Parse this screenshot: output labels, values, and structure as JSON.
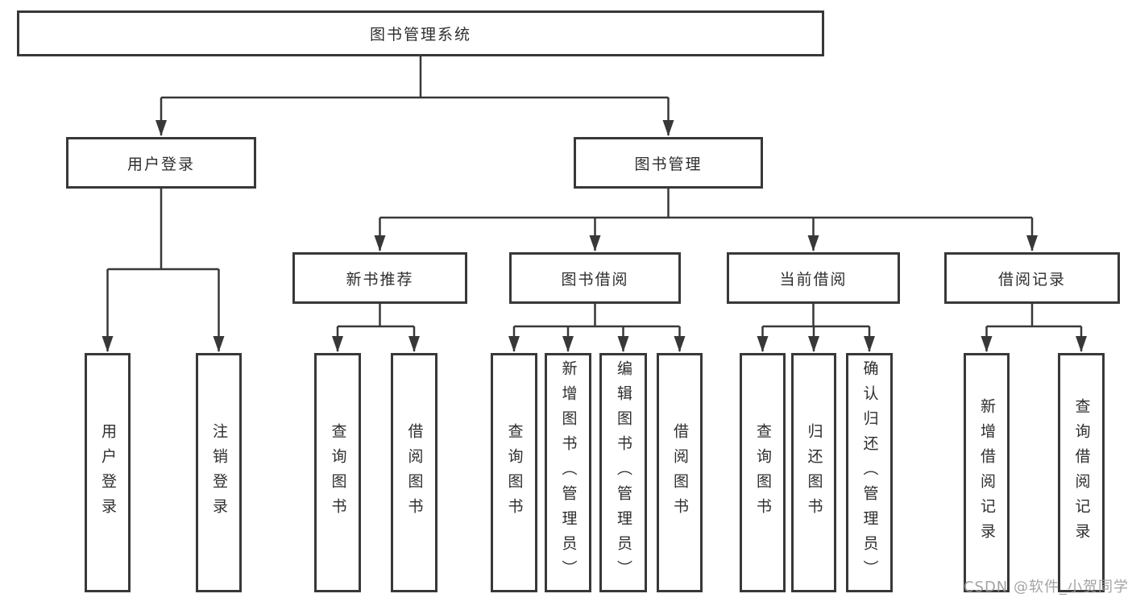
{
  "diagram": {
    "root": {
      "label": "图书管理系统"
    },
    "level1": [
      {
        "label": "用户登录"
      },
      {
        "label": "图书管理"
      }
    ],
    "level2": [
      {
        "label": "新书推荐",
        "parent": "图书管理"
      },
      {
        "label": "图书借阅",
        "parent": "图书管理"
      },
      {
        "label": "当前借阅",
        "parent": "图书管理"
      },
      {
        "label": "借阅记录",
        "parent": "图书管理"
      }
    ],
    "leaves": [
      {
        "label": "用户登录",
        "parent": "用户登录"
      },
      {
        "label": "注销登录",
        "parent": "用户登录"
      },
      {
        "label": "查询图书",
        "parent": "新书推荐"
      },
      {
        "label": "借阅图书",
        "parent": "新书推荐"
      },
      {
        "label": "查询图书",
        "parent": "图书借阅"
      },
      {
        "label": "新增图书（管理员）",
        "parent": "图书借阅"
      },
      {
        "label": "编辑图书（管理员）",
        "parent": "图书借阅"
      },
      {
        "label": "借阅图书",
        "parent": "图书借阅"
      },
      {
        "label": "查询图书",
        "parent": "当前借阅"
      },
      {
        "label": "归还图书",
        "parent": "当前借阅"
      },
      {
        "label": "确认归还（管理员）",
        "parent": "当前借阅"
      },
      {
        "label": "新增借阅记录",
        "parent": "借阅记录"
      },
      {
        "label": "查询借阅记录",
        "parent": "借阅记录"
      }
    ],
    "colors": {
      "line": "#383838",
      "text": "#2e2e2e",
      "box_background": "#ffffff",
      "watermark": "#9c9c9c",
      "page_background": "#ffffff"
    },
    "watermark": "CSDN @软件_小贺同学"
  }
}
